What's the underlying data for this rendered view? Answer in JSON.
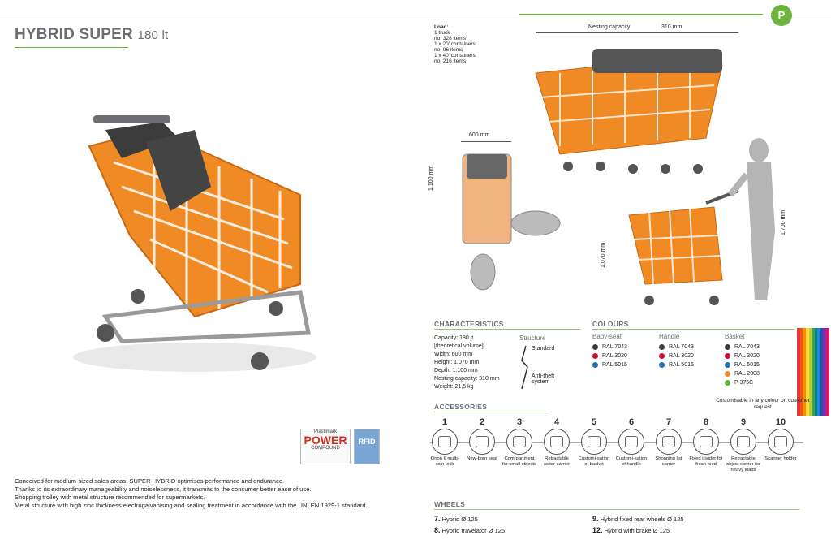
{
  "header": {
    "title": "HYBRID SUPER",
    "capacity": "180 lt",
    "logo_letter": "P"
  },
  "load": {
    "lines": [
      "Load:",
      "1 truck",
      "no. 328 items",
      "1 x 20' containers:",
      "no. 96 items",
      "1 x 40' containers:",
      "no. 216 items"
    ]
  },
  "dimensions": {
    "nesting_label": "Nesting capacity",
    "nesting_value": "310 mm",
    "width": "600 mm",
    "depth": "1.100 mm",
    "height": "1.070 mm",
    "person_height": "1.700 mm"
  },
  "badges": {
    "brand_top": "Plastimark",
    "brand_big": "POWER",
    "brand_bottom": "COMPOUND",
    "rfid": "RFID"
  },
  "description": [
    "Conceived for medium-sized sales areas, SUPER HYBRID optimises performance and endurance.",
    "Thanks to its extraordinary manageability and noiselessness, it transmits to the consumer better ease of use.",
    "Shopping trolley with metal structure recommended for supermarkets.",
    "Metal structure with high zinc thickness electrogalvanising and sealing treatment in accordance with the UNI EN 1929-1 standard."
  ],
  "characteristics": {
    "heading": "CHARACTERISTICS",
    "lines": [
      "Capacity: 180 lt",
      "[theoretical volume]",
      "Width: 600 mm",
      "Height: 1.070 mm",
      "Depth: 1.100 mm",
      "Nesting capacity: 310 mm",
      "Weight: 21,5 kg"
    ],
    "structure_heading": "Structure",
    "structure_standard": "Standard",
    "structure_antitheft": "Anti-theft system"
  },
  "colours": {
    "heading": "COLOURS",
    "baby_seat": {
      "heading": "Baby-seat",
      "items": [
        {
          "label": "RAL 7043",
          "color": "#3c3c3c"
        },
        {
          "label": "RAL 3020",
          "color": "#c8102e"
        },
        {
          "label": "RAL 5015",
          "color": "#1f6fb5"
        }
      ]
    },
    "handle": {
      "heading": "Handle",
      "items": [
        {
          "label": "RAL 7043",
          "color": "#3c3c3c"
        },
        {
          "label": "RAL 3020",
          "color": "#c8102e"
        },
        {
          "label": "RAL 5015",
          "color": "#1f6fb5"
        }
      ]
    },
    "basket": {
      "heading": "Basket",
      "items": [
        {
          "label": "RAL 7043",
          "color": "#3c3c3c"
        },
        {
          "label": "RAL 3020",
          "color": "#c8102e"
        },
        {
          "label": "RAL 5015",
          "color": "#1f6fb5"
        },
        {
          "label": "RAL 2008",
          "color": "#f08a24"
        },
        {
          "label": "P 375C",
          "color": "#5cb531"
        }
      ]
    },
    "custom_note": "Customisable in any colour on customer request",
    "swatches": [
      "#e53935",
      "#f4511e",
      "#fb8c00",
      "#fdd835",
      "#c0ca33",
      "#43a047",
      "#00897b",
      "#1e88e5",
      "#3949ab",
      "#8e24aa",
      "#d81b60"
    ]
  },
  "accessories": {
    "heading": "ACCESSORIES",
    "items": [
      {
        "num": "1",
        "label": "€/non € multi-coin lock"
      },
      {
        "num": "2",
        "label": "New-born seat"
      },
      {
        "num": "3",
        "label": "Com-partment for small objects"
      },
      {
        "num": "4",
        "label": "Retractable water carrier"
      },
      {
        "num": "5",
        "label": "Customi-sation of basket"
      },
      {
        "num": "6",
        "label": "Customi-sation of handle"
      },
      {
        "num": "7",
        "label": "Shopping list carrier"
      },
      {
        "num": "8",
        "label": "Fixed divider for fresh food"
      },
      {
        "num": "9",
        "label": "Retractable object carrier for heavy loads"
      },
      {
        "num": "10",
        "label": "Scanner holder"
      }
    ]
  },
  "wheels": {
    "heading": "WHEELS",
    "items": [
      {
        "num": "7.",
        "label": "Hybrid Ø 125"
      },
      {
        "num": "8.",
        "label": "Hybrid travelator Ø 125"
      },
      {
        "num": "9.",
        "label": "Hybrid fixed rear wheels Ø 125"
      },
      {
        "num": "12.",
        "label": "Hybrid with brake Ø 125"
      }
    ]
  },
  "theme": {
    "accent_green": "#6cb33f",
    "basket_orange": "#f08a24",
    "frame_grey": "#6d6e71"
  }
}
